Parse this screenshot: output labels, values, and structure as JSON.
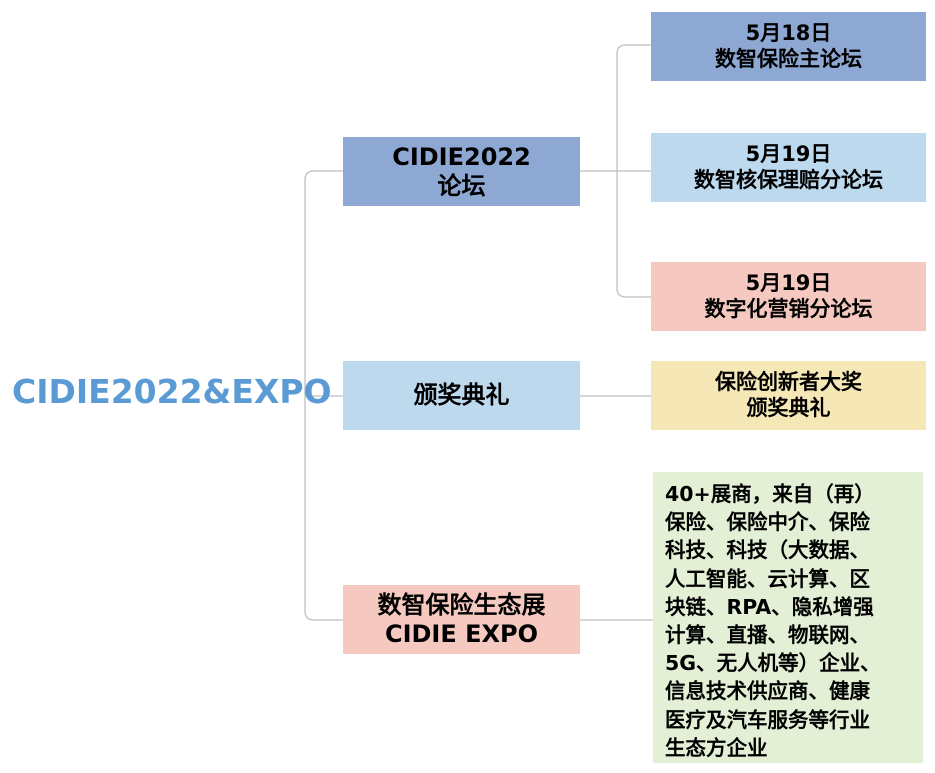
{
  "root": {
    "label": "CIDIE2022&EXPO"
  },
  "branches": [
    {
      "id": "forum",
      "lines": [
        "CIDIE2022",
        "论坛"
      ],
      "color": "#8ea8d4"
    },
    {
      "id": "award",
      "lines": [
        "颁奖典礼"
      ],
      "color": "#bdd9ee"
    },
    {
      "id": "expo",
      "lines": [
        "数智保险生态展",
        "CIDIE EXPO"
      ],
      "color": "#f5c9c0"
    }
  ],
  "forum_children": [
    {
      "lines": [
        "5月18日",
        "数智保险主论坛"
      ],
      "color": "#8ea8d4"
    },
    {
      "lines": [
        "5月19日",
        "数智核保理赔分论坛"
      ],
      "color": "#bdd9ee"
    },
    {
      "lines": [
        "5月19日",
        "数字化营销分论坛"
      ],
      "color": "#f5c9c0"
    }
  ],
  "award_child": {
    "lines": [
      "保险创新者大奖",
      "颁奖典礼"
    ],
    "color": "#f6e8b6"
  },
  "expo_child": {
    "lines": [
      "40+展商，来自（再）",
      "保险、保险中介、保险",
      "科技、科技（大数据、",
      "人工智能、云计算、区",
      "块链、RPA、隐私增强",
      "计算、直播、物联网、",
      "5G、无人机等）企业、",
      "信息技术供应商、健康",
      "医疗及汽车服务等行业",
      "生态方企业"
    ],
    "color": "#e3f0d6"
  },
  "colors": {
    "root_text": "#5b9bd5",
    "connector": "#bfbfbf"
  }
}
